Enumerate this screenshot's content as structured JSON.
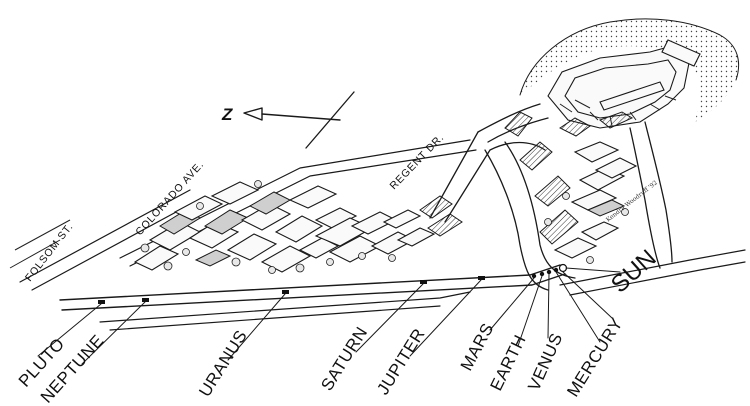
{
  "map": {
    "north_label": "Z",
    "streets": {
      "folsom": "FOLSOM ST.",
      "colorado": "COLORADO AVE.",
      "regent": "REGENT DR."
    },
    "planets": {
      "pluto": "PLUTO",
      "neptune": "NEPTUNE",
      "uranus": "URANUS",
      "saturn": "SATURN",
      "jupiter": "JUPITER",
      "mars": "MARS",
      "earth": "EARTH",
      "venus": "VENUS",
      "mercury": "MERCURY",
      "sun": "SUN"
    },
    "artist_signature": "Kendra Woodruff '92"
  }
}
